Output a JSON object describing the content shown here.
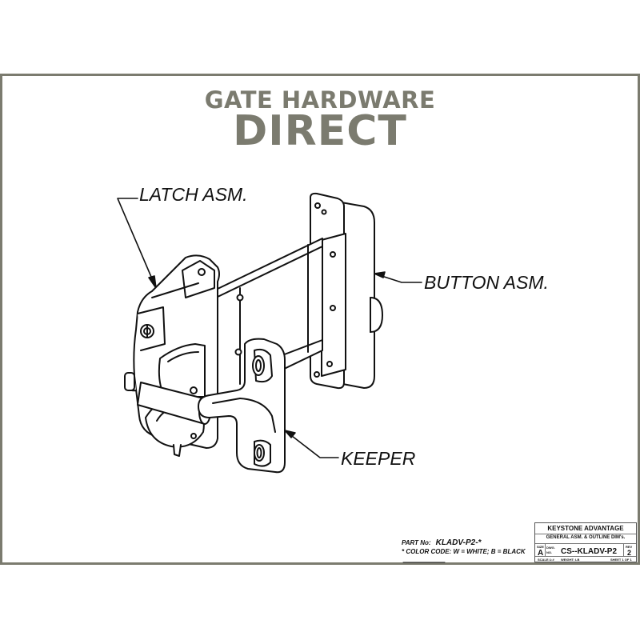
{
  "brand": {
    "line1": "GATE HARDWARE",
    "line2": "DIRECT",
    "color": "#7b7b6f"
  },
  "callouts": {
    "latch": "LATCH ASM.",
    "button": "BUTTON ASM.",
    "keeper": "KEEPER"
  },
  "part_info": {
    "part_no_label": "PART No:",
    "part_no_value": "KLADV-P2-*",
    "color_code": "* COLOR CODE:  W = WHITE;  B = BLACK"
  },
  "title_block": {
    "company": "KEYSTONE ADVANTAGE",
    "description": "GENERAL ASM. & OUTLINE DIM's.",
    "size_label": "SIZE",
    "size_value": "A",
    "dwg_label": "DWG.",
    "no_label": "NO.",
    "dwg_value": "CS--KLADV-P2",
    "rev_label": "REV",
    "rev_value": "2",
    "scale": "SCALE:1:#",
    "weight_label": "WEIGHT:",
    "weight_value": "LB",
    "sheet": "SHEET 1 OF 1"
  }
}
